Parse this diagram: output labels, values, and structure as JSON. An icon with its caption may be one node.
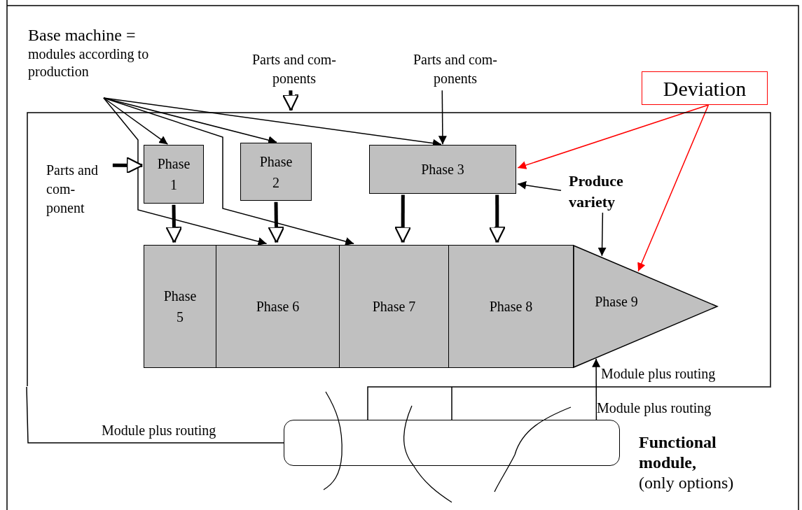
{
  "diagram": {
    "nodes": [
      {
        "text": [
          "Base machine =",
          "modules according to production"
        ]
      },
      {
        "text": [
          "Parts and com- ponents"
        ]
      },
      {
        "text": [
          "Parts and com- ponents"
        ]
      },
      {
        "text": [
          "Deviation"
        ]
      },
      {
        "text": [],
        "shape": "box"
      },
      {
        "text": [
          "Parts and com- ponent"
        ],
        "in": 4
      },
      {
        "text": [
          "Phase 1"
        ],
        "in": 4
      },
      {
        "text": [
          "Phase 2"
        ],
        "in": 4
      },
      {
        "text": [
          "Phase 3"
        ],
        "in": 4
      },
      {
        "text": [
          "Produce variety"
        ],
        "in": 4
      },
      {
        "text": [
          "Phase 5"
        ],
        "in": 4
      },
      {
        "text": [
          "Phase 6"
        ],
        "in": 4
      },
      {
        "text": [
          "Phase 7"
        ],
        "in": 4
      },
      {
        "text": [
          "Phase 8"
        ],
        "in": 4
      },
      {
        "text": [
          "Phase 9"
        ],
        "in": 4
      },
      {
        "text": [],
        "shape": "rounded",
        "beside": [
          "Functional module,",
          "(only options)"
        ]
      }
    ],
    "edges": [
      {
        "from": 0,
        "to": 6,
        "arrow": "to"
      },
      {
        "from": 0,
        "to": 11,
        "arrow": "to"
      },
      {
        "from": 0,
        "to": 7,
        "arrow": "to"
      },
      {
        "from": 0,
        "to": 12,
        "arrow": "to"
      },
      {
        "from": 0,
        "to": 8,
        "arrow": "to"
      },
      {
        "from": 1,
        "to": 4,
        "arrow": "to",
        "style": "thick"
      },
      {
        "from": 2,
        "to": 8,
        "arrow": "to"
      },
      {
        "from": 3,
        "to": 8,
        "arrow": "to",
        "color": "#ff0000"
      },
      {
        "from": 3,
        "to": 14,
        "arrow": "to",
        "color": "#ff0000"
      },
      {
        "from": 5,
        "to": 6,
        "arrow": "to",
        "style": "thick"
      },
      {
        "from": 6,
        "to": 10,
        "arrow": "to",
        "style": "thick"
      },
      {
        "from": 7,
        "to": 11,
        "arrow": "to",
        "style": "thick"
      },
      {
        "from": 8,
        "to": 12,
        "arrow": "to",
        "style": "thick"
      },
      {
        "from": 8,
        "to": 13,
        "arrow": "to",
        "style": "thick"
      },
      {
        "from": 9,
        "to": 8,
        "arrow": "to"
      },
      {
        "from": 9,
        "to": 14,
        "arrow": "to"
      },
      {
        "from": 15,
        "to": 4,
        "label": "Module plus routing",
        "arrow": "none"
      },
      {
        "from": 15,
        "to": 4,
        "label": "Module plus routing",
        "arrow": "none"
      },
      {
        "from": 15,
        "to": 4,
        "arrow": "none"
      },
      {
        "from": 15,
        "to": 14,
        "label": "Module plus routing",
        "arrow": "to"
      }
    ]
  }
}
